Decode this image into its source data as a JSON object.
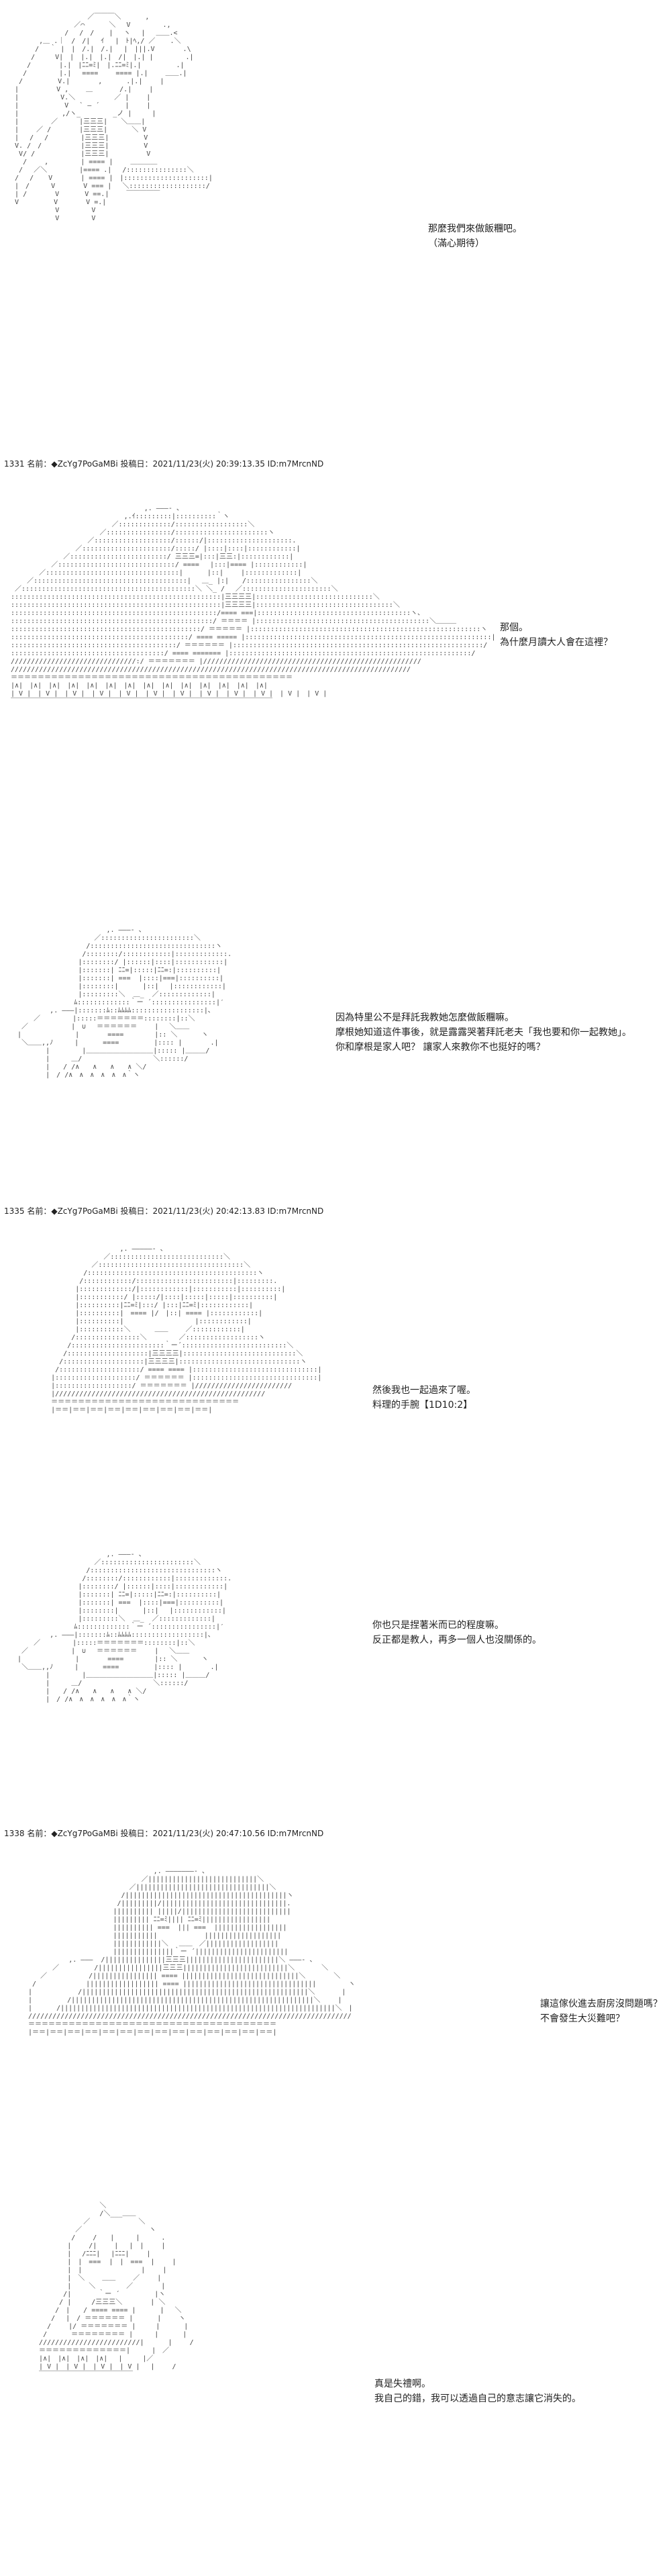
{
  "panels": [
    {
      "header": "",
      "lines": [
        "那麼我們來做飯糰吧。",
        "（滿心期待）"
      ]
    },
    {
      "header": "1331 名前：◆ZcYg7PoGaMBi 投稿日：2021/11/23(火) 20:39:13.35 ID:m7MrcnND",
      "lines": [
        "那個。",
        "為什麼月讀大人會在這裡？"
      ]
    },
    {
      "header": "",
      "lines": [
        "因為特里公不是拜託我教她怎麼做飯糰嘛。",
        "摩根她知道這件事後，就是露露哭著拜託老夫「我也要和你一起教她」。",
        "你和摩根是家人吧？ 讓家人來教你不也挺好的嗎？"
      ]
    },
    {
      "header": "1335 名前：◆ZcYg7PoGaMBi 投稿日：2021/11/23(火) 20:42:13.83 ID:m7MrcnND",
      "lines": [
        "然後我也一起過來了喔。",
        "料理的手腕【1D10:2】"
      ]
    },
    {
      "header": "",
      "lines": [
        "你也只是捏著米而已的程度嘛。",
        "反正都是教人，再多一個人也沒關係的。"
      ]
    },
    {
      "header": "1338 名前：◆ZcYg7PoGaMBi 投稿日：2021/11/23(火) 20:47:10.56 ID:m7MrcnND",
      "lines": [
        "讓這傢伙進去廚房沒問題嗎？",
        "不會發生大災難吧？"
      ]
    },
    {
      "header": "",
      "lines": [
        "真是失禮啊。",
        "我自己的錯，我可以透過自己的意志讓它消失的。"
      ]
    }
  ]
}
